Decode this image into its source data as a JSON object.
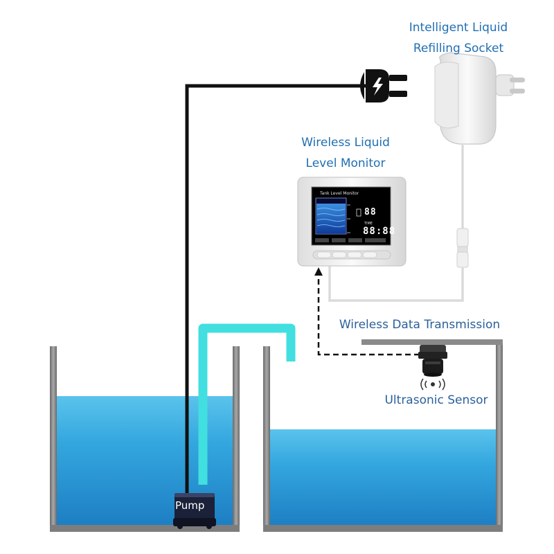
{
  "labels": {
    "socket_line1": "Intelligent Liquid",
    "socket_line2": "Refilling Socket",
    "monitor_line1": "Wireless Liquid",
    "monitor_line2": "Level Monitor",
    "wireless": "Wireless Data Transmission",
    "sensor": "Ultrasonic Sensor",
    "pump": "Pump"
  },
  "monitor_screen": {
    "title": "Tank Level Monitor",
    "percent_top": "88",
    "time_label": "TIME",
    "time_value": "88:88"
  },
  "colors": {
    "water_top": "#3ab0e4",
    "water_bottom": "#1d7fc4",
    "pipe": "#41dfdf",
    "cable": "#111111",
    "tank_wall": "#7d7d7d",
    "label_blue": "#1f6fb2"
  }
}
